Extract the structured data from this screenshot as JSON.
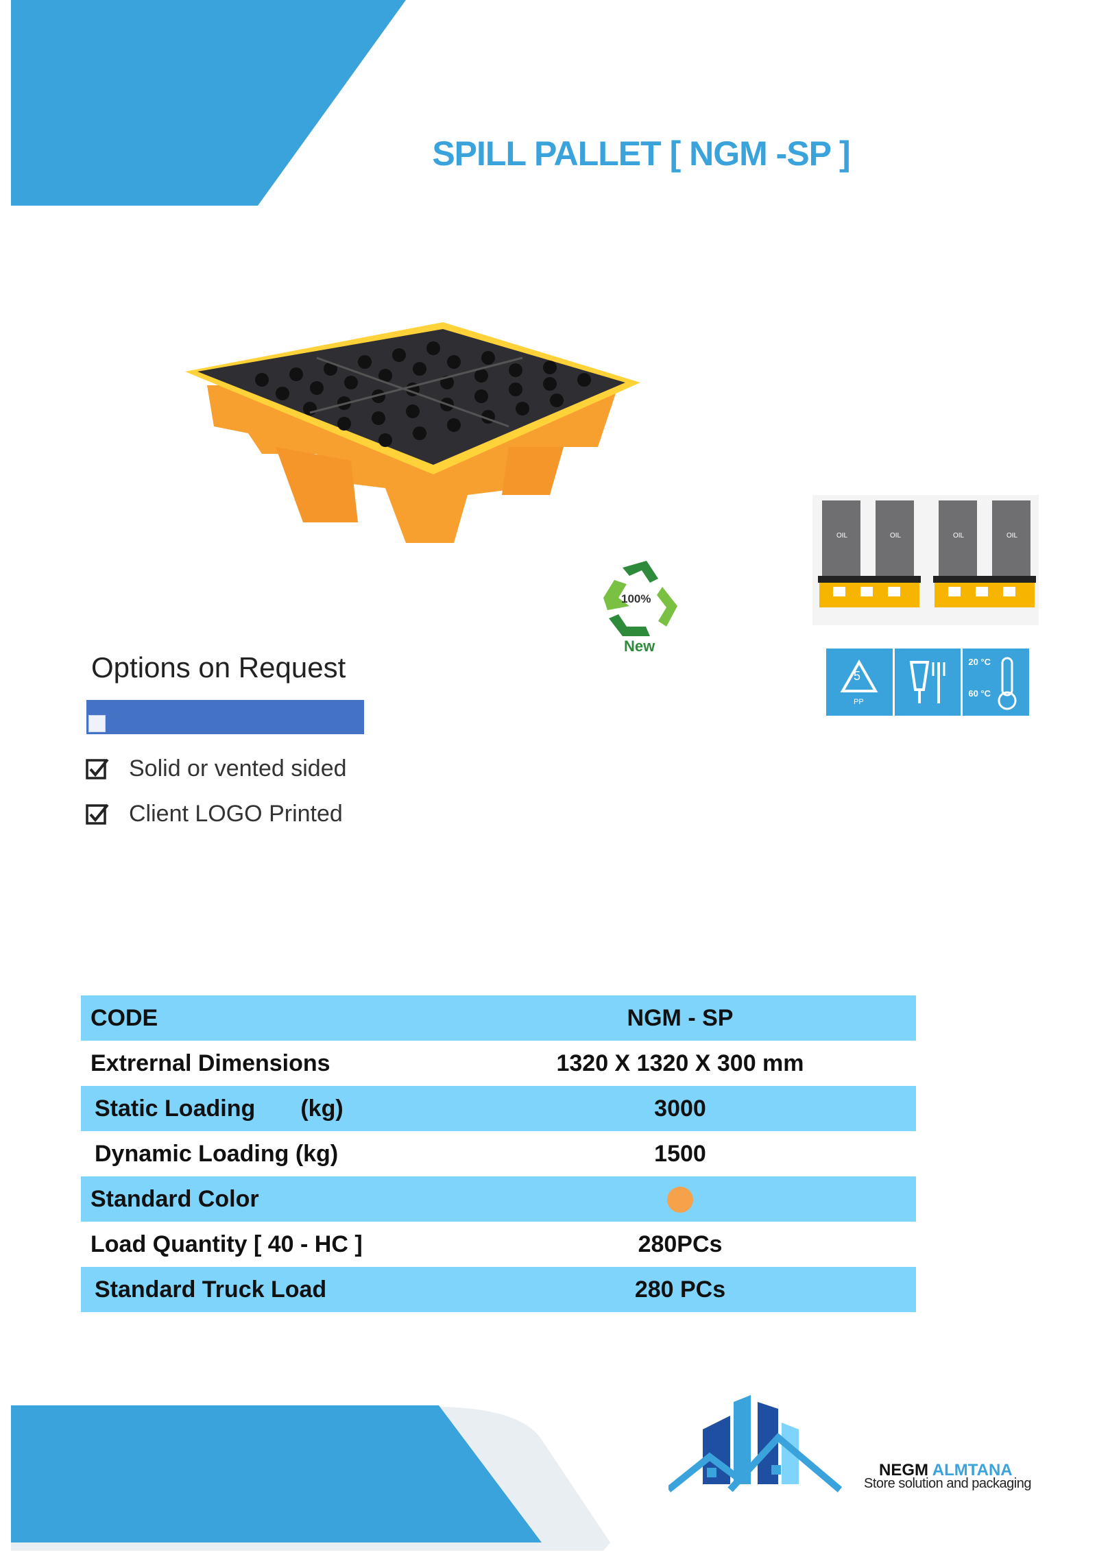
{
  "header": {
    "title": "SPILL PALLET [ NGM -SP ]"
  },
  "product_image": {
    "alt": "spill pallet",
    "icon": "spill-pallet-illustration"
  },
  "recycle_badge": {
    "percent": "100%",
    "label": "New"
  },
  "drum_diagram": {
    "drum_label": "OIL"
  },
  "icons": {
    "pp_number": "5",
    "pp_label": "PP",
    "temp_high": "20 °C",
    "temp_low": "60 °C"
  },
  "options": {
    "heading": "Options on Request",
    "items": [
      {
        "label": "Solid or vented sided"
      },
      {
        "label": "Client LOGO Printed"
      }
    ]
  },
  "specs": {
    "rows": [
      {
        "label": "CODE",
        "value": "NGM - SP"
      },
      {
        "label": "Extrernal Dimensions",
        "value": "1320 X 1320 X 300 mm"
      },
      {
        "label": "Static Loading       (kg)",
        "value": "3000"
      },
      {
        "label": "Dynamic Loading (kg)",
        "value": "1500"
      },
      {
        "label": "Standard Color",
        "value": "",
        "color": "#f5a24a"
      },
      {
        "label": "Load Quantity [ 40 - HC ]",
        "value": "280PCs"
      },
      {
        "label": "Standard Truck Load",
        "value": "280 PCs"
      }
    ]
  },
  "brand": {
    "name_part1": "NEGM",
    "name_part2": "ALMTANA",
    "tagline": "Store solution and packaging"
  },
  "colors": {
    "accent": "#3aa3dc",
    "table_blue": "#7fd4fb",
    "option_bar": "#4472c4"
  }
}
